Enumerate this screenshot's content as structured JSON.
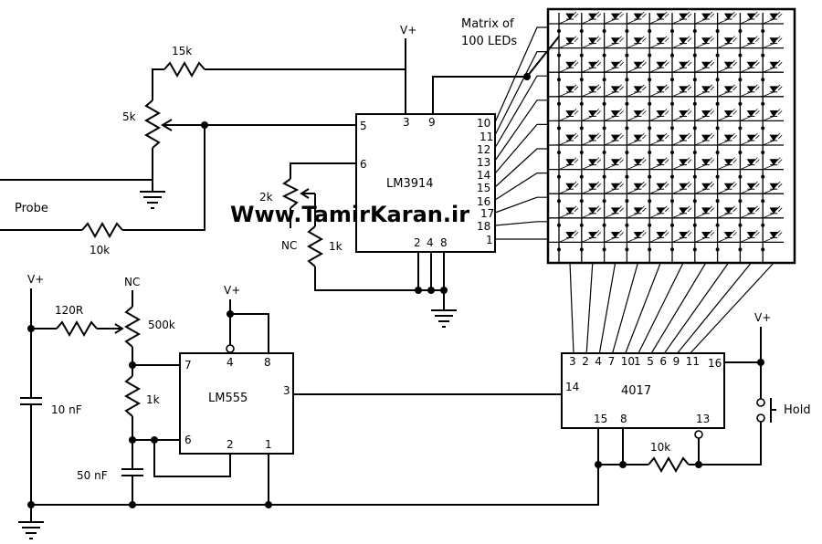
{
  "watermark": "Www.TamirKaran.ir",
  "matrix": {
    "label_line1": "Matrix of",
    "label_line2": "100 LEDs",
    "rows": 10,
    "cols": 10
  },
  "supply": "V+",
  "nc": "NC",
  "probe": "Probe",
  "hold": "Hold",
  "resistors": {
    "r15k": "15k",
    "r5k": "5k",
    "r10k_probe": "10k",
    "r2k": "2k",
    "r1k_top": "1k",
    "r120": "120R",
    "r500k": "500k",
    "r1k_555": "1k",
    "r10k_4017": "10k"
  },
  "capacitors": {
    "c10n": "10 nF",
    "c50n": "50 nF"
  },
  "lm3914": {
    "name": "LM3914",
    "pins_top": [
      "3",
      "9"
    ],
    "pins_left": [
      "5",
      "6"
    ],
    "pins_right": [
      "10",
      "11",
      "12",
      "13",
      "14",
      "15",
      "16",
      "17",
      "18",
      "1"
    ],
    "pins_bottom": [
      "2",
      "4",
      "8"
    ]
  },
  "lm555": {
    "name": "LM555",
    "pins_top": [
      "4",
      "8"
    ],
    "pins_left": [
      "7",
      "6"
    ],
    "pins_right": [
      "3"
    ],
    "pins_bottom": [
      "2",
      "1"
    ]
  },
  "cd4017": {
    "name": "4017",
    "pins_top": [
      "3",
      "2",
      "4",
      "7",
      "10",
      "1",
      "5",
      "6",
      "9",
      "11"
    ],
    "pin_16": "16",
    "pin_14": "14",
    "pins_bottom": [
      "15",
      "8",
      "13"
    ]
  }
}
